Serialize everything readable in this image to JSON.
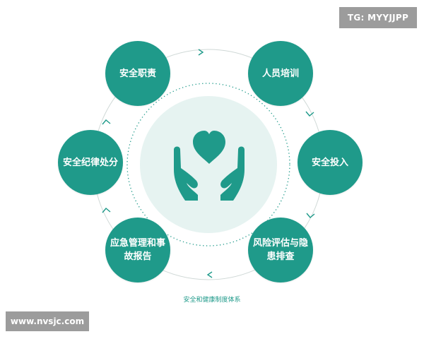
{
  "colors": {
    "accent": "#1f9a8a",
    "center_fill": "#e6f3f1",
    "ring": "#cfd8d6",
    "watermark_bg": "#9c9c9c"
  },
  "center": {
    "icon": "hands-holding-heart-icon"
  },
  "nodes": [
    {
      "label": "安全职责"
    },
    {
      "label": "人员培训"
    },
    {
      "label": "安全投入"
    },
    {
      "label": "风险评估与隐患排查"
    },
    {
      "label": "应急管理和事故报告"
    },
    {
      "label": "安全纪律处分"
    }
  ],
  "caption": "安全和健康制度体系",
  "watermarks": {
    "top": "TG: MYYJJPP",
    "bottom": "www.nvsjc.com"
  }
}
